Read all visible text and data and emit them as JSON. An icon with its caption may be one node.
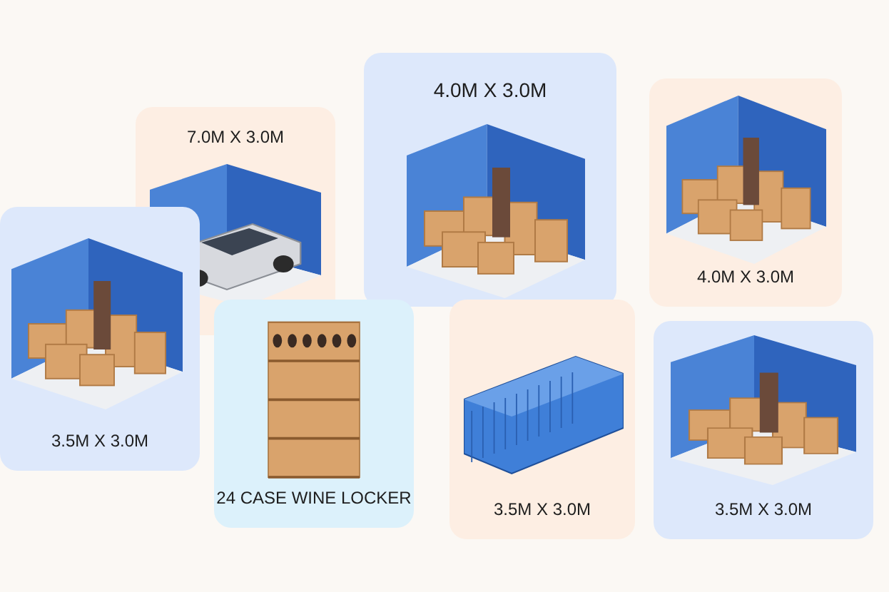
{
  "diagram": {
    "nodes": [
      {
        "text": [
          "7.0M X 3.0M"
        ]
      },
      {
        "text": [
          "4.0M X 3.0M"
        ]
      },
      {
        "text": [
          "4.0M X 3.0M"
        ]
      },
      {
        "text": [
          "3.5M X 3.0M"
        ]
      },
      {
        "text": [
          "24 CASE WINE LOCKER"
        ]
      },
      {
        "text": [
          "3.5M X 3.0M"
        ]
      },
      {
        "text": [
          "3.5M X 3.0M"
        ]
      }
    ]
  }
}
